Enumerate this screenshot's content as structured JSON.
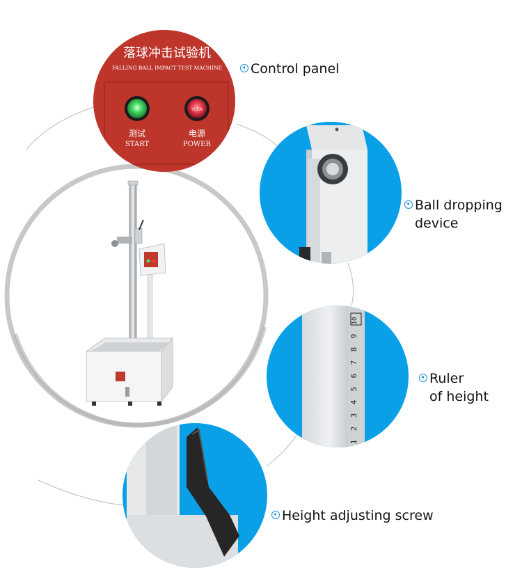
{
  "panel": {
    "title_cn": "落球冲击试验机",
    "title_en": "FALLING BALL IMPACT TEST MACHINE",
    "start_cn": "测试",
    "start_en": "START",
    "power_cn": "电源",
    "power_en": "POWER",
    "power_button_text": "YLEA"
  },
  "callouts": {
    "control_panel": "Control panel",
    "ball_dropping_line1": "Ball dropping",
    "ball_dropping_line2": "device",
    "ruler_line1": "Ruler",
    "ruler_line2": "of height",
    "height_screw": "Height adjusting screw"
  },
  "ruler_digits": [
    "1",
    "2",
    "3",
    "4",
    "5",
    "6",
    "7",
    "8",
    "9",
    "10"
  ],
  "colors": {
    "accent_blue": "#0aa0e8",
    "panel_red": "#c0392b",
    "start_green": "#39d65a",
    "power_red": "#e33b3b"
  },
  "icons": {
    "callout_marker": "circle-arrow-left-icon"
  }
}
